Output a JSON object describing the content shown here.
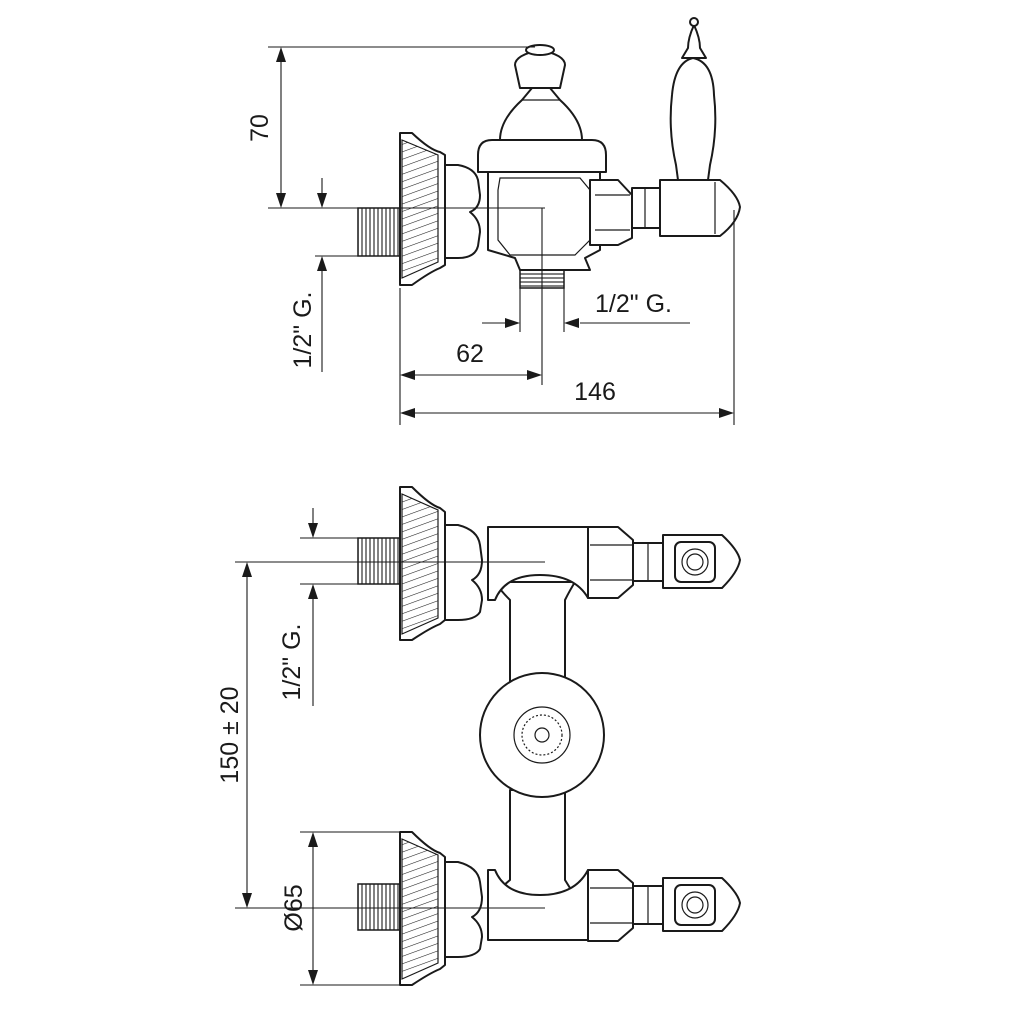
{
  "dimensions": {
    "height_70": "70",
    "inlet_thread_side": "1/2\" G.",
    "outlet_thread": "1/2\" G.",
    "depth_62": "62",
    "depth_146": "146",
    "inlet_thread_front": "1/2\" G.",
    "centers": "150 ± 20",
    "flange_diameter": "Ø65"
  }
}
